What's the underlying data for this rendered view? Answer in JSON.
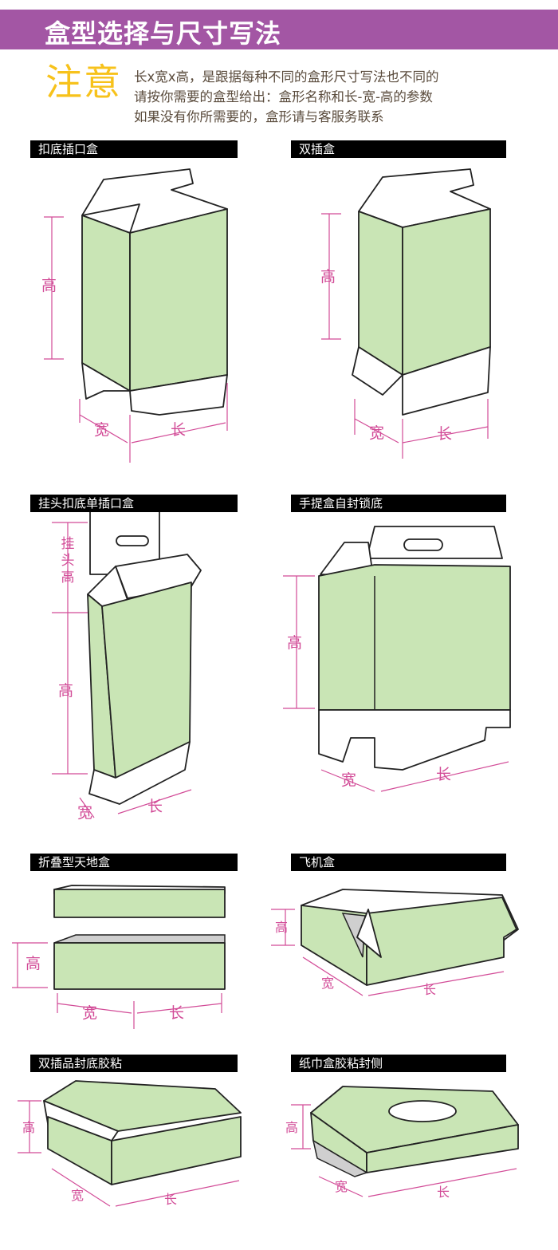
{
  "header": {
    "title": "盒型选择与尺寸写法"
  },
  "note": {
    "label": "注意",
    "lines": [
      "长x宽x高，是跟据每种不同的盒形尺寸写法也不同的",
      "请按你需要的盒型给出：盒形名称和长-宽-高的参数",
      "如果没有你所需要的，盒形请与客服务联系"
    ]
  },
  "panels": [
    {
      "title": "扣底插口盒",
      "height": "高",
      "width": "宽",
      "length": "长"
    },
    {
      "title": "双插盒",
      "height": "高",
      "width": "宽",
      "length": "长"
    },
    {
      "title": "挂头扣底单插口盒",
      "hanger": "挂\n头\n高",
      "height": "高",
      "width": "宽",
      "length": "长"
    },
    {
      "title": "手提盒自封锁底",
      "height": "高",
      "width": "宽",
      "length": "长"
    },
    {
      "title": "折叠型天地盒",
      "height": "高",
      "width": "宽",
      "length": "长"
    },
    {
      "title": "飞机盒",
      "height": "高",
      "width": "宽",
      "length": "长"
    },
    {
      "title": "双插品封底胶粘",
      "height": "高",
      "width": "宽",
      "length": "长"
    },
    {
      "title": "纸巾盒胶粘封侧",
      "height": "高",
      "width": "宽",
      "length": "长"
    }
  ],
  "colors": {
    "header": "#a356a4",
    "accent": "#f7c21b",
    "box": "#c9e5b5",
    "dimension": "#d24b97"
  }
}
